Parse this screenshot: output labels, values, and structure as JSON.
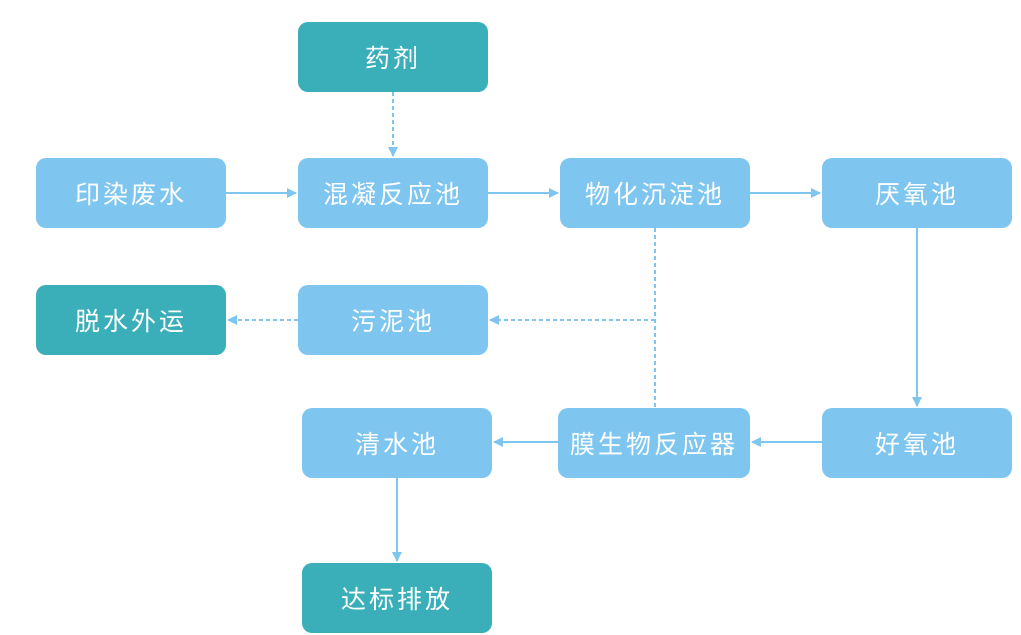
{
  "colors": {
    "light_box": "#7ec6ef",
    "teal_box": "#3aafb9",
    "arrow": "#7ec6ef",
    "text": "#ffffff"
  },
  "nodes": {
    "reagent": "药剂",
    "dyeing_wastewater": "印染废水",
    "coagulation_tank": "混凝反应池",
    "chemical_sedimentation_tank": "物化沉淀池",
    "anaerobic_tank": "厌氧池",
    "dewatering_transport": "脱水外运",
    "sludge_tank": "污泥池",
    "clear_water_tank": "清水池",
    "membrane_bioreactor": "膜生物反应器",
    "aerobic_tank": "好氧池",
    "discharge": "达标排放"
  },
  "edges": [
    {
      "from": "reagent",
      "to": "coagulation_tank",
      "style": "dashed"
    },
    {
      "from": "dyeing_wastewater",
      "to": "coagulation_tank",
      "style": "solid"
    },
    {
      "from": "coagulation_tank",
      "to": "chemical_sedimentation_tank",
      "style": "solid"
    },
    {
      "from": "chemical_sedimentation_tank",
      "to": "anaerobic_tank",
      "style": "solid"
    },
    {
      "from": "anaerobic_tank",
      "to": "aerobic_tank",
      "style": "solid"
    },
    {
      "from": "aerobic_tank",
      "to": "membrane_bioreactor",
      "style": "solid"
    },
    {
      "from": "membrane_bioreactor",
      "to": "clear_water_tank",
      "style": "solid"
    },
    {
      "from": "clear_water_tank",
      "to": "discharge",
      "style": "solid"
    },
    {
      "from": "chemical_sedimentation_tank",
      "to": "sludge_tank",
      "style": "dashed"
    },
    {
      "from": "membrane_bioreactor",
      "to": "sludge_tank",
      "style": "dashed"
    },
    {
      "from": "sludge_tank",
      "to": "dewatering_transport",
      "style": "dashed"
    }
  ]
}
